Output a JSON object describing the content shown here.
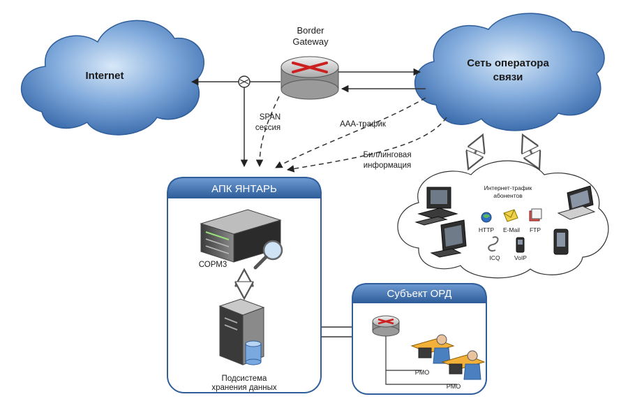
{
  "internet_label": "Internet",
  "operator_network_label": "Сеть оператора связи",
  "gateway_label": "Border Gateway",
  "span_label": "SPAN сессия",
  "aaa_label": "AAA-трафик",
  "billing_label": "Биллинговая информация",
  "apk_title": "АПК ЯНТАРЬ",
  "sorm_label": "СОРМ3",
  "storage_label": "Подсистема хранения данных",
  "ord_title": "Субъект ОРД",
  "pmo_label_1": "РМО",
  "pmo_label_2": "РМО",
  "traffic_title": "Интернет-трафик абонентов",
  "protocols": {
    "http": "HTTP",
    "email": "E-Mail",
    "ftp": "FTP",
    "icq": "ICQ",
    "voip": "VoIP"
  },
  "colors": {
    "cloud_blue": "#5f8fc9",
    "panel_header": "#3f6ea8",
    "router_red": "#cc1f1f",
    "line": "#333333"
  }
}
